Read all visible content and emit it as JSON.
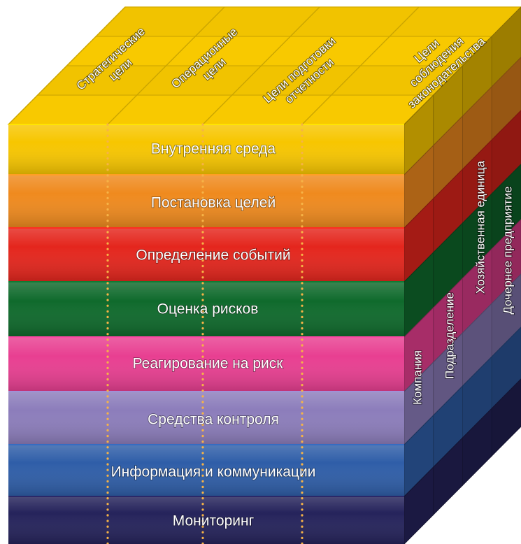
{
  "layers": [
    {
      "label": "Внутренняя среда",
      "color": "#f7c600"
    },
    {
      "label": "Постановка целей",
      "color": "#ef8a1e"
    },
    {
      "label": "Определение событий",
      "color": "#e4261d"
    },
    {
      "label": "Оценка рисков",
      "color": "#0f6a2c"
    },
    {
      "label": "Реагирование на риск",
      "color": "#e83f91"
    },
    {
      "label": "Средства контроля",
      "color": "#8c7dbb"
    },
    {
      "label": "Информация и коммуникации",
      "color": "#2f5ea8"
    },
    {
      "label": "Мониторинг",
      "color": "#25235b"
    }
  ],
  "objectives": [
    {
      "lines": [
        "Стратегические",
        "цели"
      ]
    },
    {
      "lines": [
        "Операционные",
        "цели"
      ]
    },
    {
      "lines": [
        "Цели подготовки",
        "отчетности"
      ]
    },
    {
      "lines": [
        "Цели",
        "соблюдения",
        "законодательства"
      ]
    }
  ],
  "entities": [
    {
      "label": "Компания"
    },
    {
      "label": "Подразделение"
    },
    {
      "label": "Хозяйственная единица"
    },
    {
      "label": "Дочернее предприятие"
    }
  ],
  "colors": {
    "top_face": "#f8c900",
    "dotted_line": "#f6b347"
  }
}
